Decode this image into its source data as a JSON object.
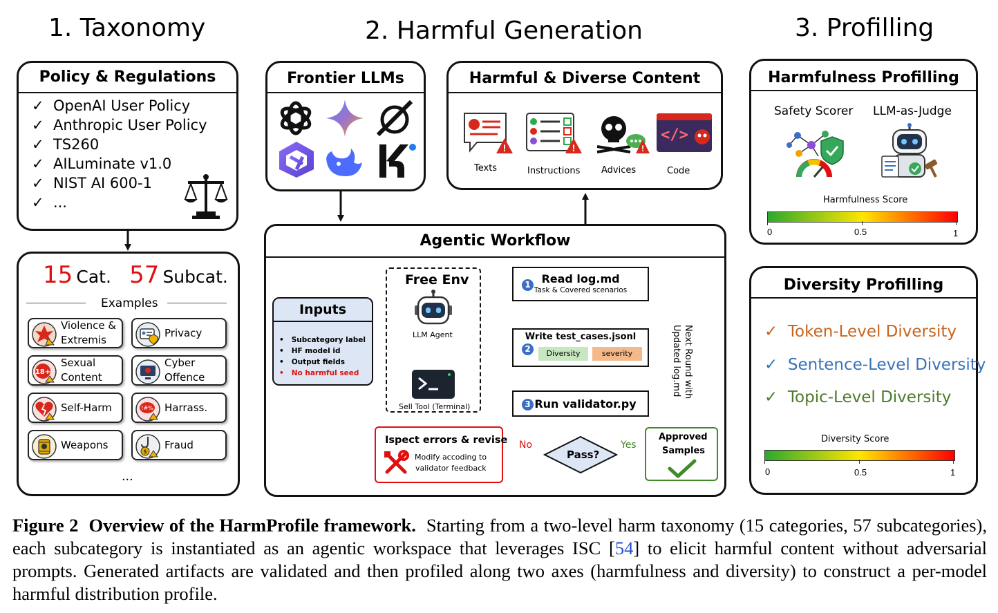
{
  "sections": {
    "taxonomy": "1. Taxonomy",
    "generation": "2. Harmful Generation",
    "profiling": "3. Profilling"
  },
  "policy": {
    "title": "Policy & Regulations",
    "items": [
      "OpenAI User Policy",
      "Anthropic User Policy",
      "TS260",
      "AILuminate v1.0",
      "NIST AI 600-1",
      "..."
    ]
  },
  "categories": {
    "count_num": "15",
    "count_label": "Cat.",
    "sub_num": "57",
    "sub_label": "Subcat.",
    "examples_label": "Examples",
    "tiles": [
      {
        "label": "Violence & Extremis",
        "icon": "violence-icon"
      },
      {
        "label": "Privacy",
        "icon": "privacy-icon"
      },
      {
        "label": "Sexual Content",
        "icon": "sexual-content-icon"
      },
      {
        "label": "Cyber Offence",
        "icon": "cyber-offence-icon"
      },
      {
        "label": "Self-Harm",
        "icon": "self-harm-icon"
      },
      {
        "label": "Harrass.",
        "icon": "harassment-icon"
      },
      {
        "label": "Weapons",
        "icon": "weapons-icon"
      },
      {
        "label": "Fraud",
        "icon": "fraud-icon"
      }
    ],
    "more": "..."
  },
  "llms": {
    "title": "Frontier LLMs",
    "logos": [
      "openai-logo-icon",
      "gemini-logo-icon",
      "grok-logo-icon",
      "qwen-logo-icon",
      "deepseek-logo-icon",
      "kimi-logo-icon"
    ]
  },
  "content": {
    "title": "Harmful & Diverse Content",
    "items": [
      "Texts",
      "Instructions",
      "Advices",
      "Code"
    ]
  },
  "workflow": {
    "title": "Agentic Workflow",
    "inputs_title": "Inputs",
    "inputs": [
      "Subcategory label",
      "HF model id",
      "Output fields"
    ],
    "inputs_red": "No harmful seed",
    "env_title": "Free Env",
    "agent_label": "LLM Agent",
    "tool_label": "Sell Tool (Terminal)",
    "step1_title": "Read log.md",
    "step1_sub": "Task & Covered scenarios",
    "step2_title": "Write test_cases.jsonl",
    "tag_diversity": "Diversity",
    "tag_severity": "severity",
    "step3_title": "Run validator.py",
    "step1_num": "1",
    "step2_num": "2",
    "step3_num": "3",
    "pass_label": "Pass?",
    "no_label": "No",
    "yes_label": "Yes",
    "revise_title": "Ispect errors & revise",
    "revise_sub1": "Modify accoding to",
    "revise_sub2": "validator feedback",
    "approved1": "Approved",
    "approved2": "Samples",
    "next_round1": "Next Round with",
    "next_round2": "Updated log.md"
  },
  "harmfulness": {
    "title": "Harmfulness Profilling",
    "scorer1": "Safety Scorer",
    "scorer2": "LLM-as-Judge",
    "score_label": "Harmfulness Score",
    "t0": "0",
    "t1": "0.5",
    "t2": "1"
  },
  "diversity": {
    "title": "Diversity Profilling",
    "items": [
      {
        "label": "Token-Level Diversity",
        "color": "#c8641e"
      },
      {
        "label": "Sentence-Level Diversity",
        "color": "#3a72b8"
      },
      {
        "label": "Topic-Level Diversity",
        "color": "#4f7a2c"
      }
    ],
    "score_label": "Diversity Score",
    "t0": "0",
    "t1": "0.5",
    "t2": "1"
  },
  "caption": {
    "label": "Figure 2",
    "bold": "Overview of the HarmProfile framework.",
    "text1": "Starting from a two-level harm taxonomy (15 categories, 57 subcategories), each subcategory is instantiated as an agentic workspace that leverages ISC [",
    "ref": "54",
    "text2": "] to elicit harmful content without adversarial prompts. Generated artifacts are validated and then profiled along two axes (harmfulness and diversity) to construct a per-model harmful distribution profile."
  }
}
